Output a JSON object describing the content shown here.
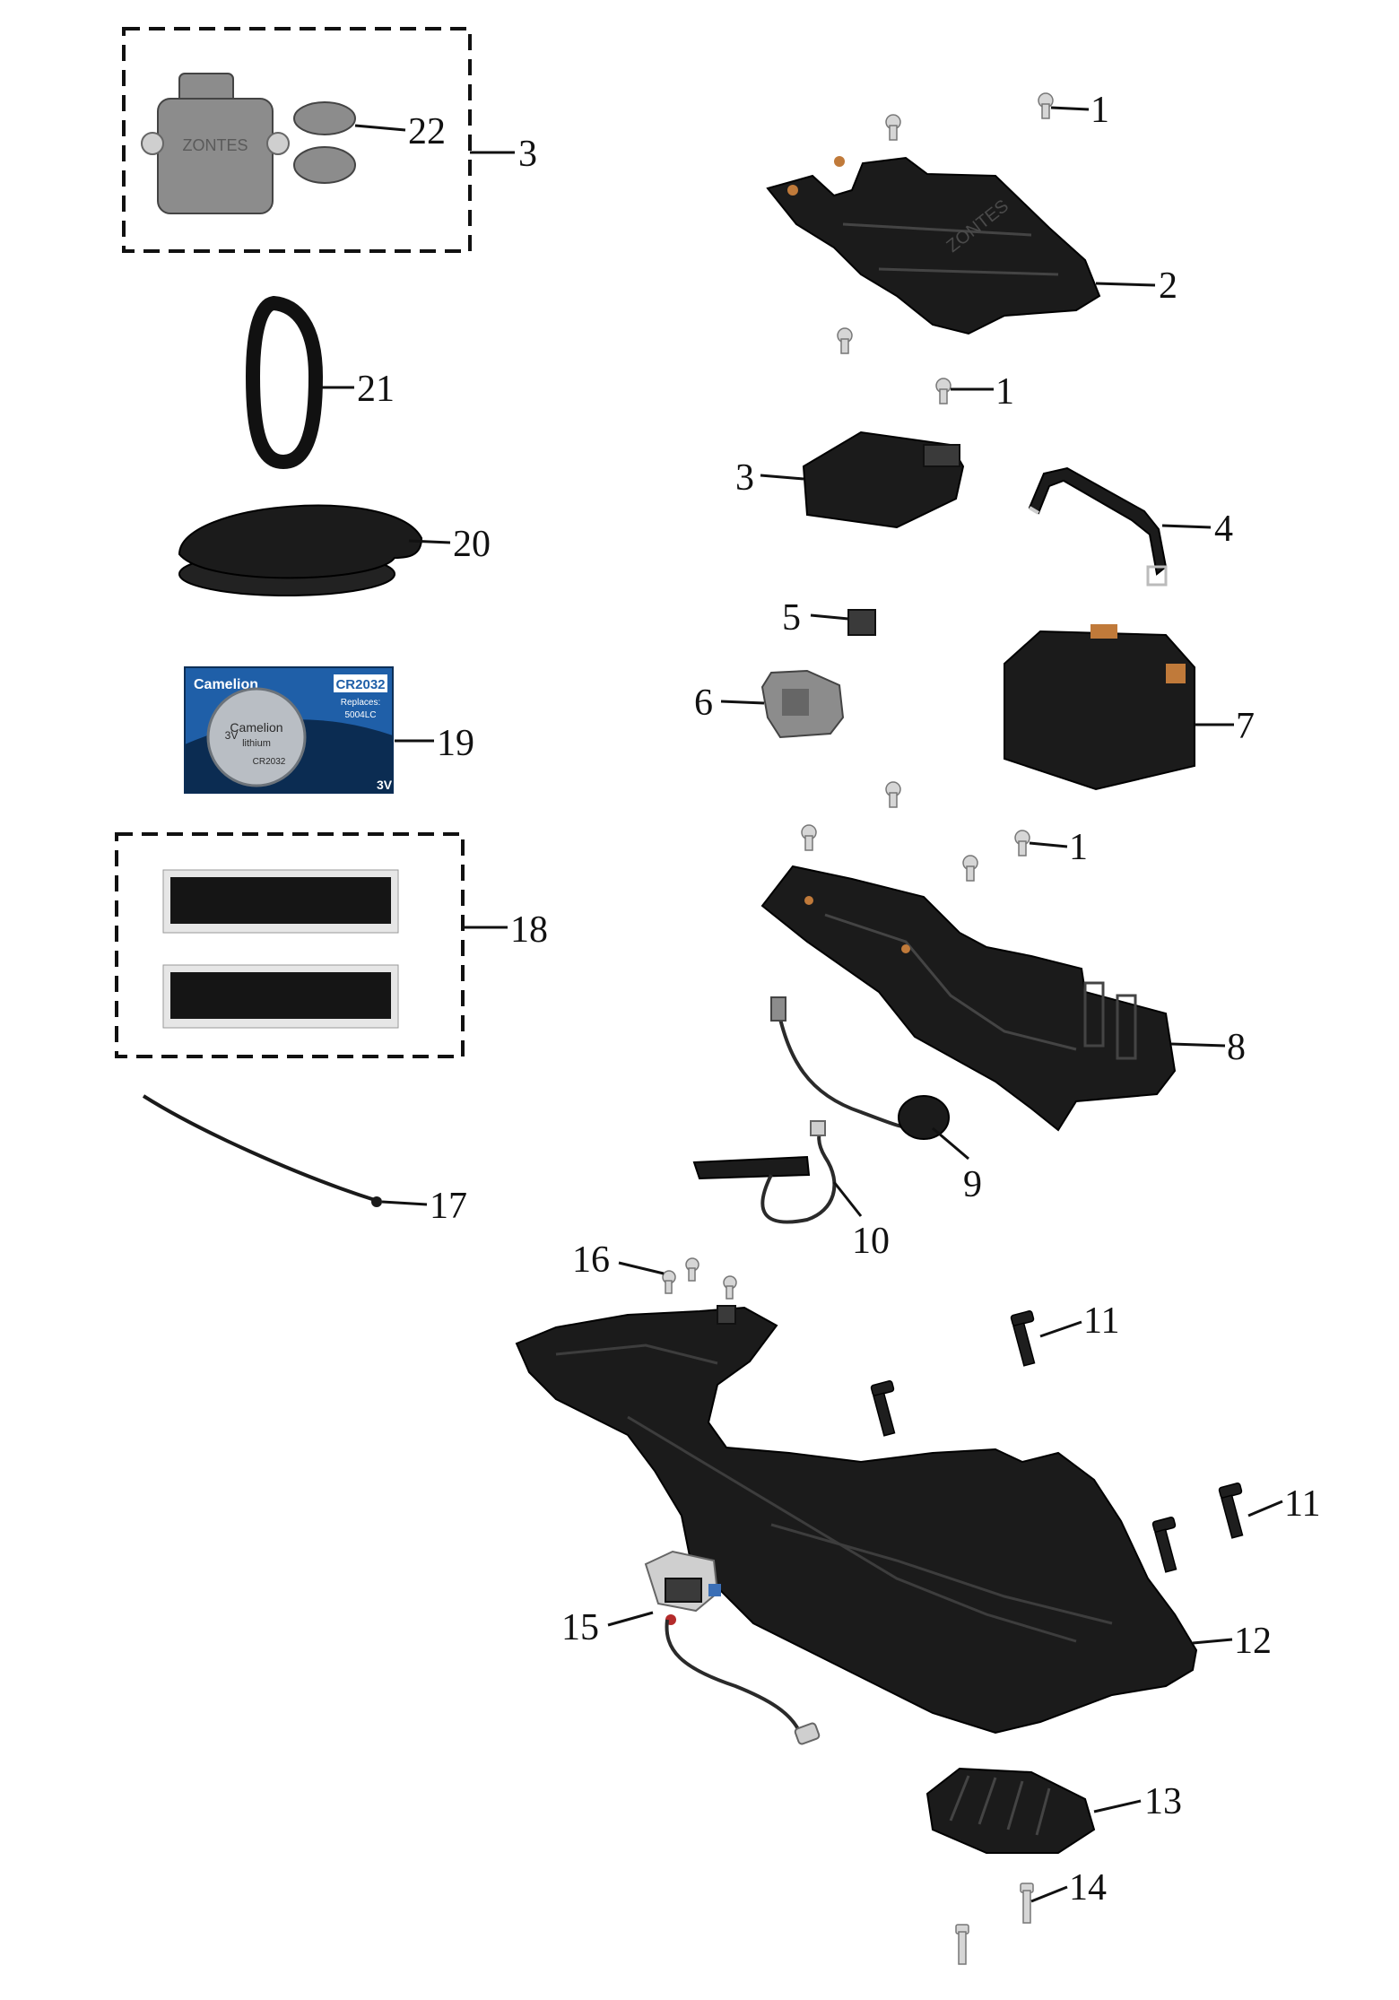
{
  "callouts": {
    "c1_top": "1",
    "c2": "2",
    "c3_box": "3",
    "c22": "22",
    "c21": "21",
    "c1_mid": "1",
    "c3": "3",
    "c4": "4",
    "c20": "20",
    "c5": "5",
    "c6": "6",
    "c7": "7",
    "c19": "19",
    "c1_low": "1",
    "c18": "18",
    "c8": "8",
    "c9": "9",
    "c17": "17",
    "c10": "10",
    "c16": "16",
    "c11_a": "11",
    "c11_b": "11",
    "c15": "15",
    "c12": "12",
    "c13": "13",
    "c14": "14"
  },
  "battery_card": {
    "brand": "Camelion",
    "model": "CR2032",
    "replaces": "Replaces:",
    "replaces_code": "5004LC",
    "voltage": "3V",
    "coin_text": "Camelion",
    "coin_sub": "lithium",
    "coin_v": "3V",
    "coin_code": "CR2032"
  },
  "embossed": {
    "keyfob": "ZONTES",
    "tray": "ZONTES"
  },
  "colors": {
    "part_black": "#1b1b1b",
    "accent_copper": "#c07a3a",
    "card_blue": "#1f5fa8"
  }
}
